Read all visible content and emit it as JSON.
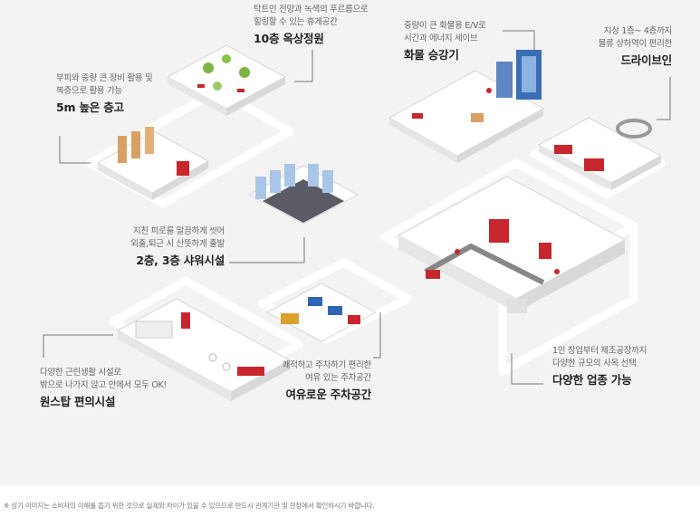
{
  "callouts": {
    "rooftop": {
      "line1": "탁트인 전망과 녹색의 푸르름으로",
      "line2": "힐링할 수 있는 휴게공간",
      "title": "10층 옥상정원"
    },
    "freight": {
      "line1": "중량이 큰 화물용 E/V로",
      "line2": "시간과 에너지 세이브",
      "title": "화물 승강기"
    },
    "drivein": {
      "line1": "지상 1층~ 4층까지",
      "line2": "물류 상하역이 편리한",
      "title": "드라이브인"
    },
    "ceiling": {
      "line1": "부피와 중량 큰 장비 활용 및",
      "line2": "복층으로 활용 가능",
      "title": "5m 높은 층고"
    },
    "shower": {
      "line1": "지친 피로를 말끔하게 씻어",
      "line2": "외출,퇴근 시 산뜻하게 출발",
      "title": "2층, 3층 샤워시설"
    },
    "parking": {
      "line1": "쾌적하고 주차하기 편리한",
      "line2": "여유 있는 주차공간",
      "title": "여유로운 주차공간"
    },
    "business": {
      "line1": "1인 창업부터 제조공장까지",
      "line2": "다양한 규모의 사옥 선택",
      "title": "다양한 업종 가능"
    },
    "amenity": {
      "line1": "다양한 근린생활 시설로",
      "line2": "밖으로 나가지 않고 안에서 모두 OK!",
      "title": "원스탑 편의시설"
    }
  },
  "footnote": "※ 상기 이미지는 소비자의 이해를 돕기 위한 것으로 실제와 차이가 있을 수 있으므로 반드시 관계기관 및 현장에서 확인하시기 바랍니다.",
  "colors": {
    "background": "#f3f3f3",
    "outline": "#cfcfcf",
    "leader": "#777777",
    "accent_red": "#c8262d",
    "accent_blue": "#2f66b3",
    "title_text": "#222222",
    "body_text": "#666666"
  }
}
